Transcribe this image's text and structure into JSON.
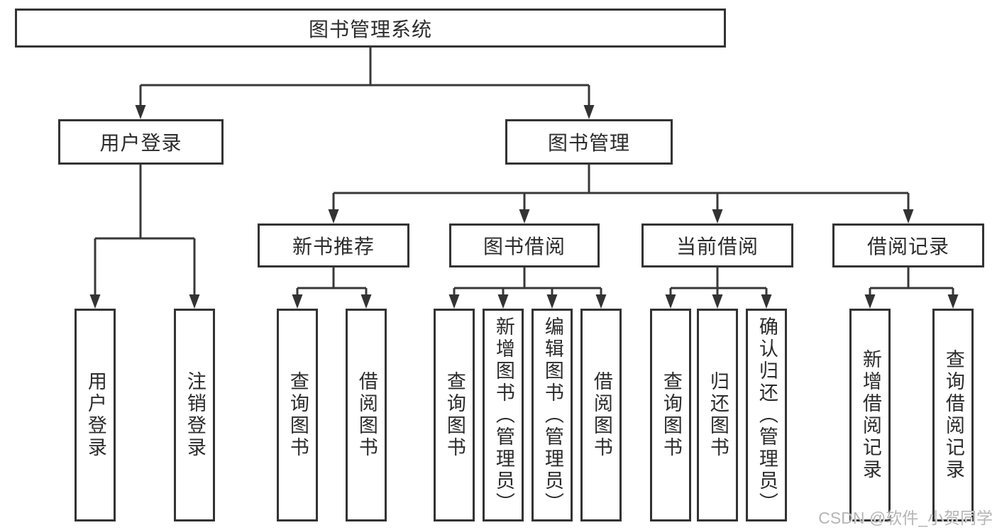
{
  "colors": {
    "line": "#383838",
    "box_border": "#333333",
    "text": "#2b2b2b",
    "background": "#ffffff",
    "watermark": "#b5b5b5"
  },
  "watermark": {
    "text": "CSDN @软件_小贺同学"
  },
  "tree": {
    "root": {
      "label": "图书管理系统"
    },
    "level2": [
      {
        "label": "用户登录",
        "children": [
          {
            "label": "用户登录"
          },
          {
            "label": "注销登录"
          }
        ]
      },
      {
        "label": "图书管理",
        "children": [
          {
            "label": "新书推荐",
            "children": [
              {
                "label": "查询图书"
              },
              {
                "label": "借阅图书"
              }
            ]
          },
          {
            "label": "图书借阅",
            "children": [
              {
                "label": "查询图书"
              },
              {
                "label": "新增图书（管理员）"
              },
              {
                "label": "编辑图书（管理员）"
              },
              {
                "label": "借阅图书"
              }
            ]
          },
          {
            "label": "当前借阅",
            "children": [
              {
                "label": "查询图书"
              },
              {
                "label": "归还图书"
              },
              {
                "label": "确认归还（管理员）"
              }
            ]
          },
          {
            "label": "借阅记录",
            "children": [
              {
                "label": "新增借阅记录"
              },
              {
                "label": "查询借阅记录"
              }
            ]
          }
        ]
      }
    ]
  }
}
